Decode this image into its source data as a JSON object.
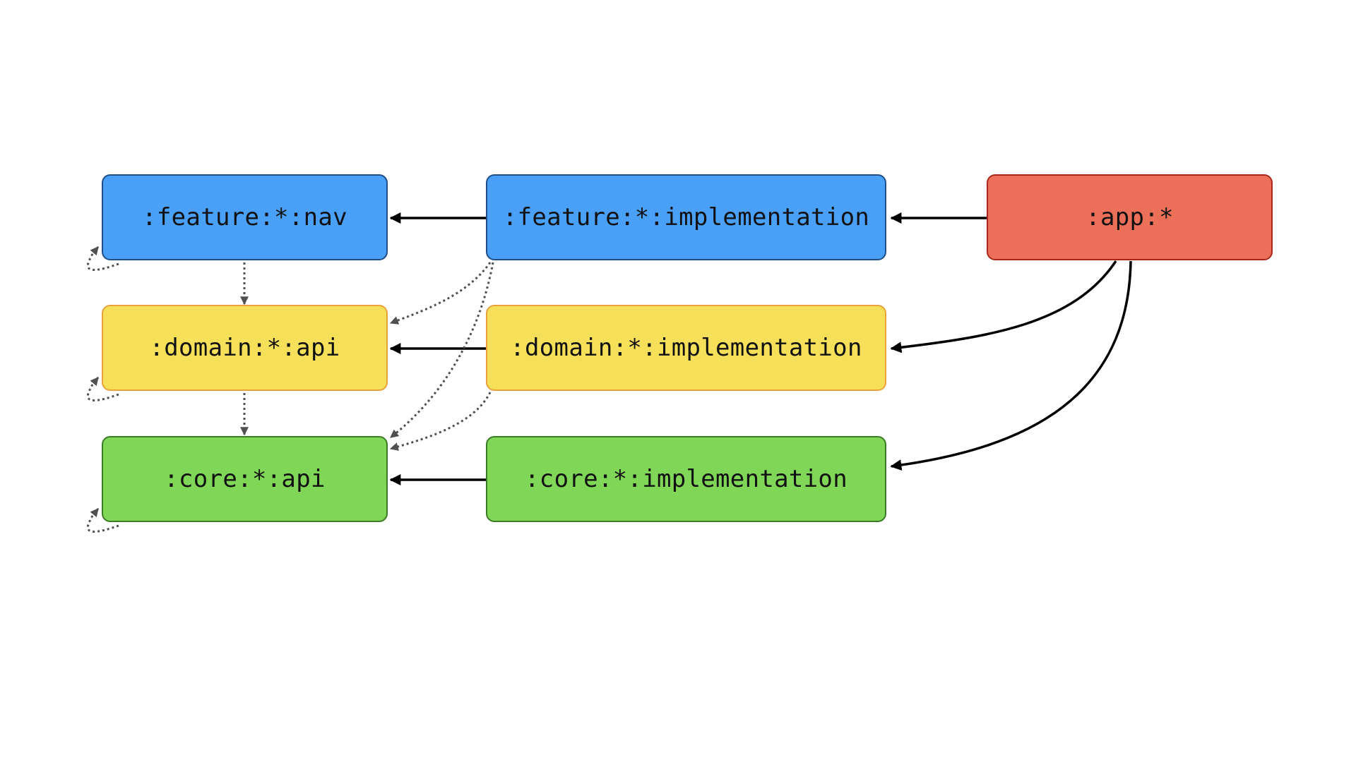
{
  "colors": {
    "feature": "#4a9ff6",
    "feature_border": "#1f4e8a",
    "domain": "#f6e05a",
    "domain_border": "#e9a23b",
    "core": "#80d656",
    "core_border": "#3a7a24",
    "app": "#ec6f5a",
    "app_border": "#a8281e",
    "solid_edge": "#000000",
    "dotted_edge": "#505050"
  },
  "nodes": {
    "feature_nav": ":feature:*:nav",
    "feature_impl": ":feature:*:implementation",
    "app": ":app:*",
    "domain_api": ":domain:*:api",
    "domain_impl": ":domain:*:implementation",
    "core_api": ":core:*:api",
    "core_impl": ":core:*:implementation"
  },
  "edges": [
    {
      "from": "feature_impl",
      "to": "feature_nav",
      "style": "solid"
    },
    {
      "from": "app",
      "to": "feature_impl",
      "style": "solid"
    },
    {
      "from": "domain_impl",
      "to": "domain_api",
      "style": "solid"
    },
    {
      "from": "core_impl",
      "to": "core_api",
      "style": "solid"
    },
    {
      "from": "app",
      "to": "domain_impl",
      "style": "solid"
    },
    {
      "from": "app",
      "to": "core_impl",
      "style": "solid"
    },
    {
      "from": "feature_nav",
      "to": "domain_api",
      "style": "dotted"
    },
    {
      "from": "domain_api",
      "to": "core_api",
      "style": "dotted"
    },
    {
      "from": "feature_impl",
      "to": "domain_api",
      "style": "dotted"
    },
    {
      "from": "feature_impl",
      "to": "core_api",
      "style": "dotted"
    },
    {
      "from": "domain_impl",
      "to": "core_api",
      "style": "dotted"
    },
    {
      "from": "feature_nav",
      "to": "feature_nav",
      "style": "dotted"
    },
    {
      "from": "domain_api",
      "to": "domain_api",
      "style": "dotted"
    },
    {
      "from": "core_api",
      "to": "core_api",
      "style": "dotted"
    }
  ]
}
